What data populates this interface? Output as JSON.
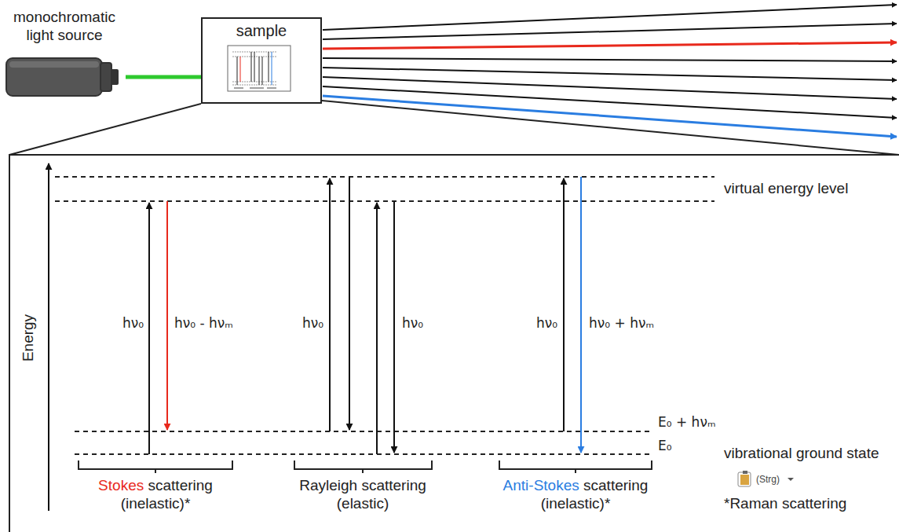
{
  "diagram": {
    "nodes": [
      {
        "text": [
          "monochromatic light source"
        ]
      },
      {
        "text": [
          "sample"
        ]
      }
    ],
    "edges": [
      {
        "from": 0,
        "to": 1,
        "arrow": "none"
      }
    ],
    "labels": [
      "Energy",
      "virtual energy level",
      "hν₀",
      "hν₀ - hνₘ",
      "hν₀",
      "hν₀",
      "hν₀",
      "hν₀ + hνₘ",
      "E₀ + hνₘ",
      "E₀",
      "vibrational ground state",
      "Stokes",
      "scattering",
      "(inelastic)*",
      "Rayleigh scattering",
      "(elastic)",
      "Anti-Stokes",
      "scattering",
      "(inelastic)*",
      "(Strg)",
      "*Raman scattering"
    ]
  }
}
